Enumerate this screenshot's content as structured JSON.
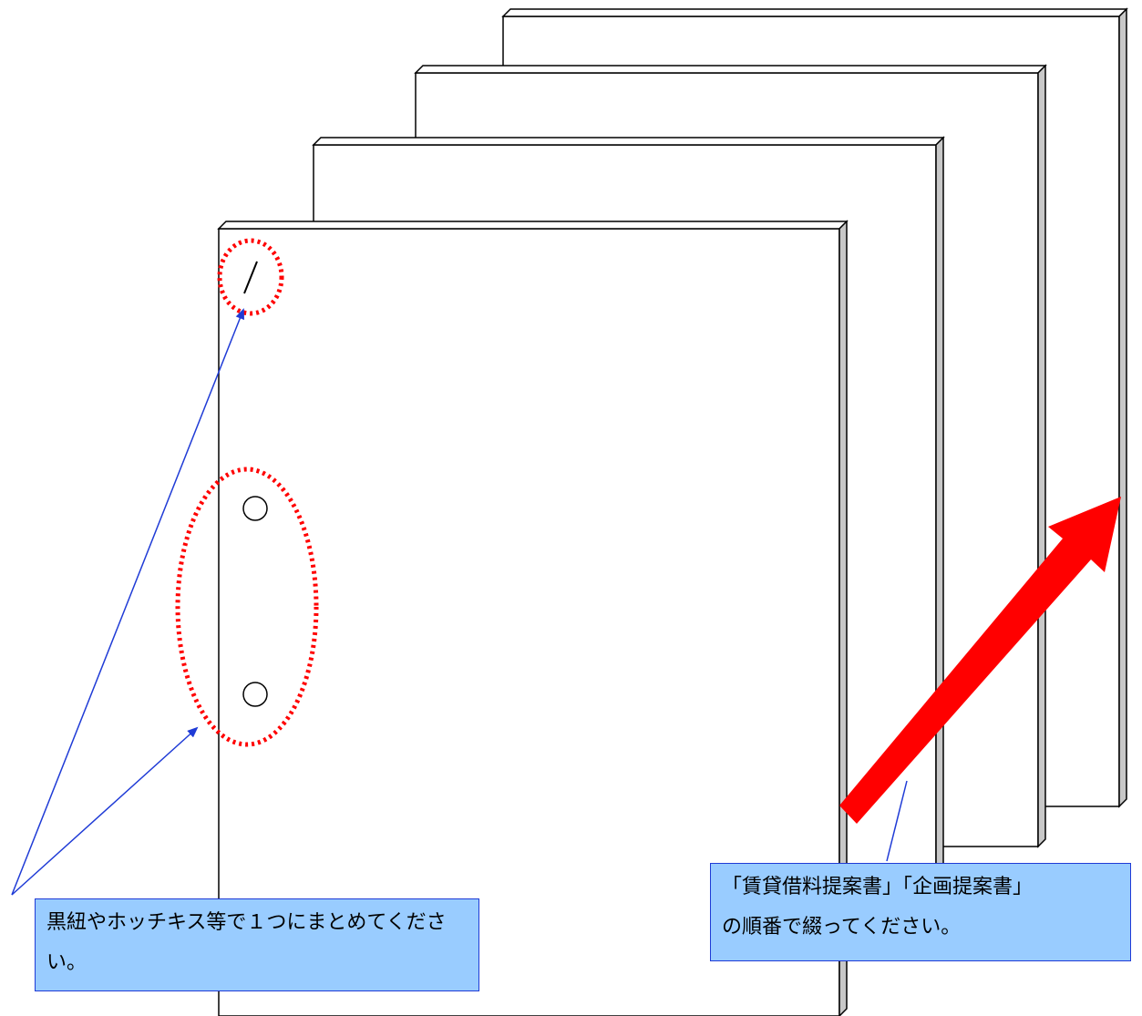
{
  "callouts": {
    "binding": "黒紐やホッチキス等で１つにまとめてください。",
    "order": "「賃貸借料提案書」「企画提案書」\nの順番で綴ってください。"
  },
  "colors": {
    "callout_fill": "#99ccff",
    "callout_border": "#1f3bd6",
    "highlight_dotted": "#ff0000",
    "order_arrow": "#ff0000",
    "leader_line": "#1f3bd6",
    "document_edge": "#c8c8c8"
  },
  "icons": {
    "staple": "slash-mark",
    "punch_holes": "circle-outline"
  }
}
